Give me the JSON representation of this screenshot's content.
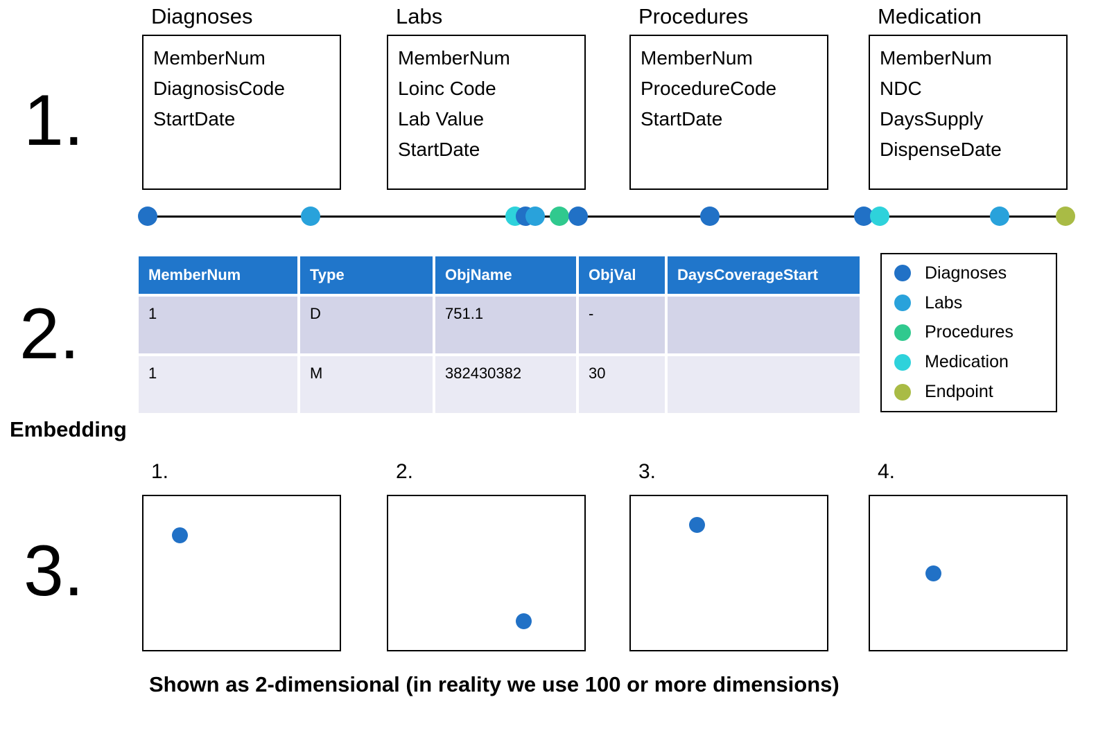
{
  "colors": {
    "diagnoses": "#2171C6",
    "labs": "#29A2DB",
    "procedures": "#30C98E",
    "medication": "#2ED2DB",
    "endpoint": "#A9BB45",
    "table_header_bg": "#2076CB",
    "table_row_odd_bg": "#D3D4E8",
    "table_row_even_bg": "#EAEAF4"
  },
  "steps": {
    "one": "1.",
    "two": "2.",
    "three": "3."
  },
  "entities": [
    {
      "title": "Diagnoses",
      "fields": [
        "MemberNum",
        "DiagnosisCode",
        "StartDate"
      ]
    },
    {
      "title": "Labs",
      "fields": [
        "MemberNum",
        "Loinc Code",
        "Lab Value",
        "StartDate"
      ]
    },
    {
      "title": "Procedures",
      "fields": [
        "MemberNum",
        "ProcedureCode",
        "StartDate"
      ]
    },
    {
      "title": "Medication",
      "fields": [
        "MemberNum",
        "NDC",
        "DaysSupply",
        "DispenseDate"
      ]
    }
  ],
  "timeline": {
    "dots": [
      {
        "type": "diagnoses",
        "x_pct": 1.0
      },
      {
        "type": "labs",
        "x_pct": 18.4
      },
      {
        "type": "medication",
        "x_pct": 40.3
      },
      {
        "type": "diagnoses",
        "x_pct": 41.4
      },
      {
        "type": "labs",
        "x_pct": 42.4
      },
      {
        "type": "procedures",
        "x_pct": 45.0
      },
      {
        "type": "diagnoses",
        "x_pct": 47.0
      },
      {
        "type": "diagnoses",
        "x_pct": 61.1
      },
      {
        "type": "diagnoses",
        "x_pct": 77.6
      },
      {
        "type": "medication",
        "x_pct": 79.3
      },
      {
        "type": "labs",
        "x_pct": 92.1
      },
      {
        "type": "endpoint",
        "x_pct": 99.2
      }
    ]
  },
  "table": {
    "headers": [
      "MemberNum",
      "Type",
      "ObjName",
      "ObjVal",
      "DaysCoverageStart"
    ],
    "rows": [
      [
        "1",
        "D",
        "751.1",
        "-",
        ""
      ],
      [
        "1",
        "M",
        "382430382",
        "30",
        ""
      ]
    ]
  },
  "legend": {
    "items": [
      {
        "label": "Diagnoses",
        "color_key": "diagnoses"
      },
      {
        "label": "Labs",
        "color_key": "labs"
      },
      {
        "label": "Procedures",
        "color_key": "procedures"
      },
      {
        "label": "Medication",
        "color_key": "medication"
      },
      {
        "label": "Endpoint",
        "color_key": "endpoint"
      }
    ]
  },
  "embedding_label": "Embedding",
  "embeddings": [
    {
      "label": "1.",
      "dot": {
        "x_pct": 18.5,
        "y_pct": 25.0
      }
    },
    {
      "label": "2.",
      "dot": {
        "x_pct": 69.0,
        "y_pct": 81.0
      }
    },
    {
      "label": "3.",
      "dot": {
        "x_pct": 33.5,
        "y_pct": 18.5
      }
    },
    {
      "label": "4.",
      "dot": {
        "x_pct": 32.0,
        "y_pct": 50.0
      }
    }
  ],
  "caption": "Shown as 2-dimensional (in reality we use 100 or more dimensions)"
}
